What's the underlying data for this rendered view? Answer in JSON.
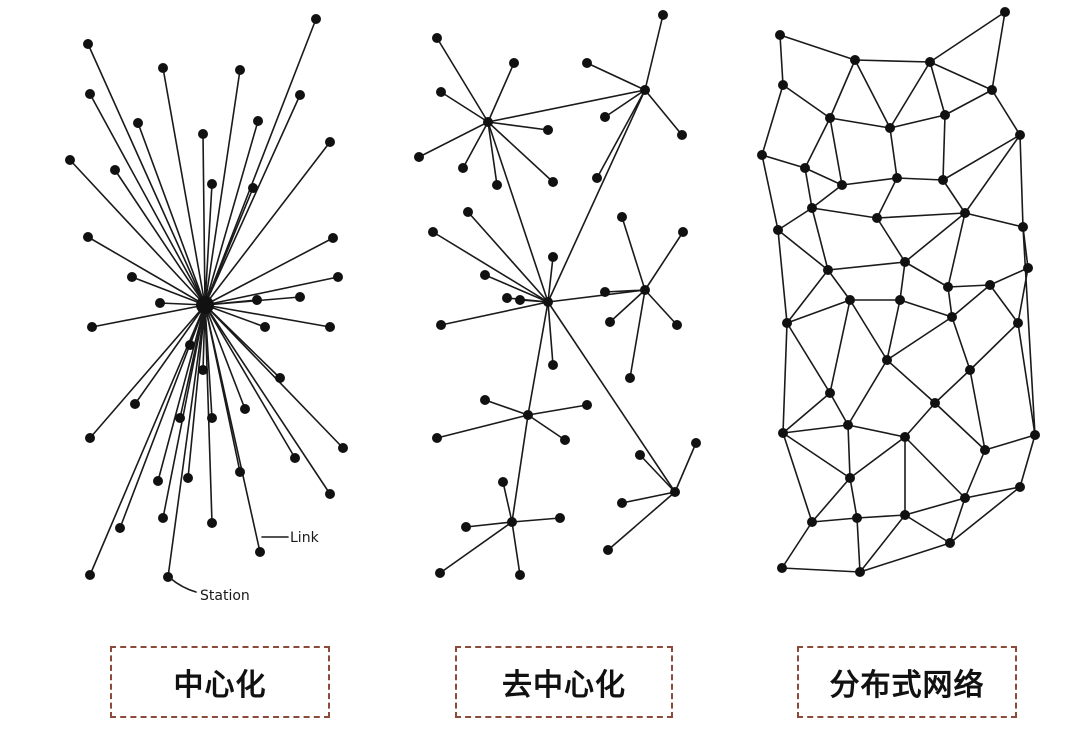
{
  "captions": {
    "centralized": "中心化",
    "decentralized": "去中心化",
    "distributed": "分布式网络"
  },
  "annotations": {
    "link": "Link",
    "station": "Station"
  },
  "colors": {
    "ink": "#111111",
    "caption_border": "#8b4a3a",
    "background": "#ffffff"
  }
}
